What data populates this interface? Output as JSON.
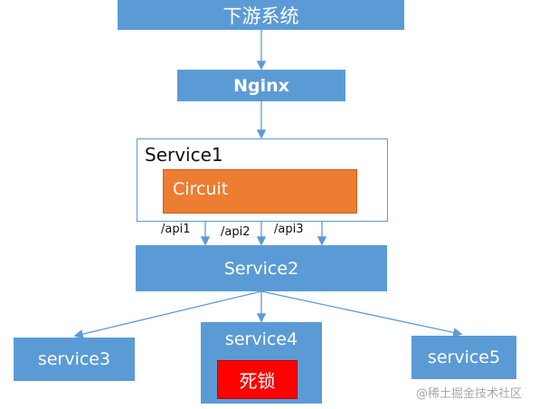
{
  "nodes": {
    "downstream": "下游系统",
    "nginx": "Nginx",
    "service1": "Service1",
    "circuit": "Circuit",
    "service2": "Service2",
    "service3": "service3",
    "service4": "service4",
    "deadlock": "死锁",
    "service5": "service5"
  },
  "edge_labels": {
    "api1": "/api1",
    "api2": "/api2",
    "api3": "/api3"
  },
  "watermark": "@稀土掘金技术社区",
  "colors": {
    "node_fill": "#5b9bd5",
    "circuit_fill": "#ed7d31",
    "deadlock_fill": "#ff0000",
    "edge": "#5b9bd5"
  }
}
